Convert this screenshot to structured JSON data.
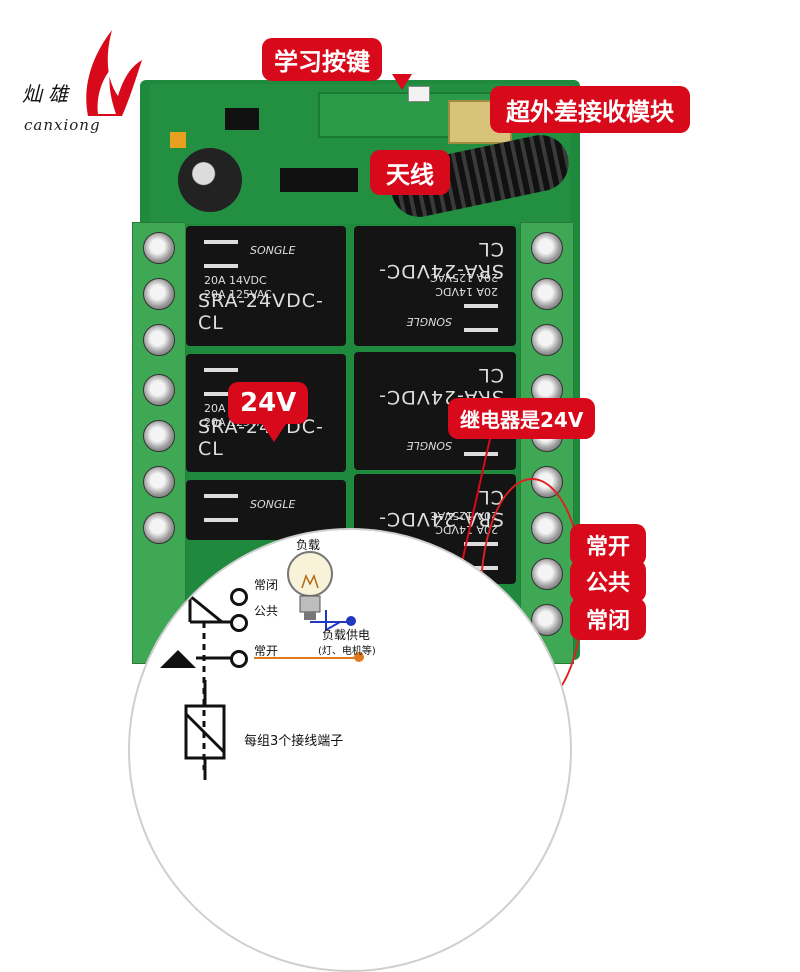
{
  "logo": {
    "chinese": "灿雄",
    "english": "canxiong",
    "brand_color": "#d8091a"
  },
  "callouts": {
    "learn_button": "学习按键",
    "receiver_module": "超外差接收模块",
    "antenna": "天线",
    "relay_voltage": "24V",
    "relay_is_24v": "继电器是24V",
    "normally_open": "常开",
    "common": "公共",
    "normally_closed": "常闭"
  },
  "relays": {
    "brand": "SONGLE",
    "spec_line1": "20A 14VDC",
    "spec_line2": "20A 125VAC",
    "model": "SRA-24VDC-CL"
  },
  "diagram": {
    "load": "负载",
    "normally_closed": "常闭",
    "common": "公共",
    "normally_open": "常开",
    "load_power": "负载供电",
    "load_examples": "(灯、电机等)",
    "terminals_note": "每组3个接线端子"
  },
  "colors": {
    "label_bg": "#d8091a",
    "pcb_green": "#1f8a3d",
    "terminal_green": "#3fa855"
  }
}
